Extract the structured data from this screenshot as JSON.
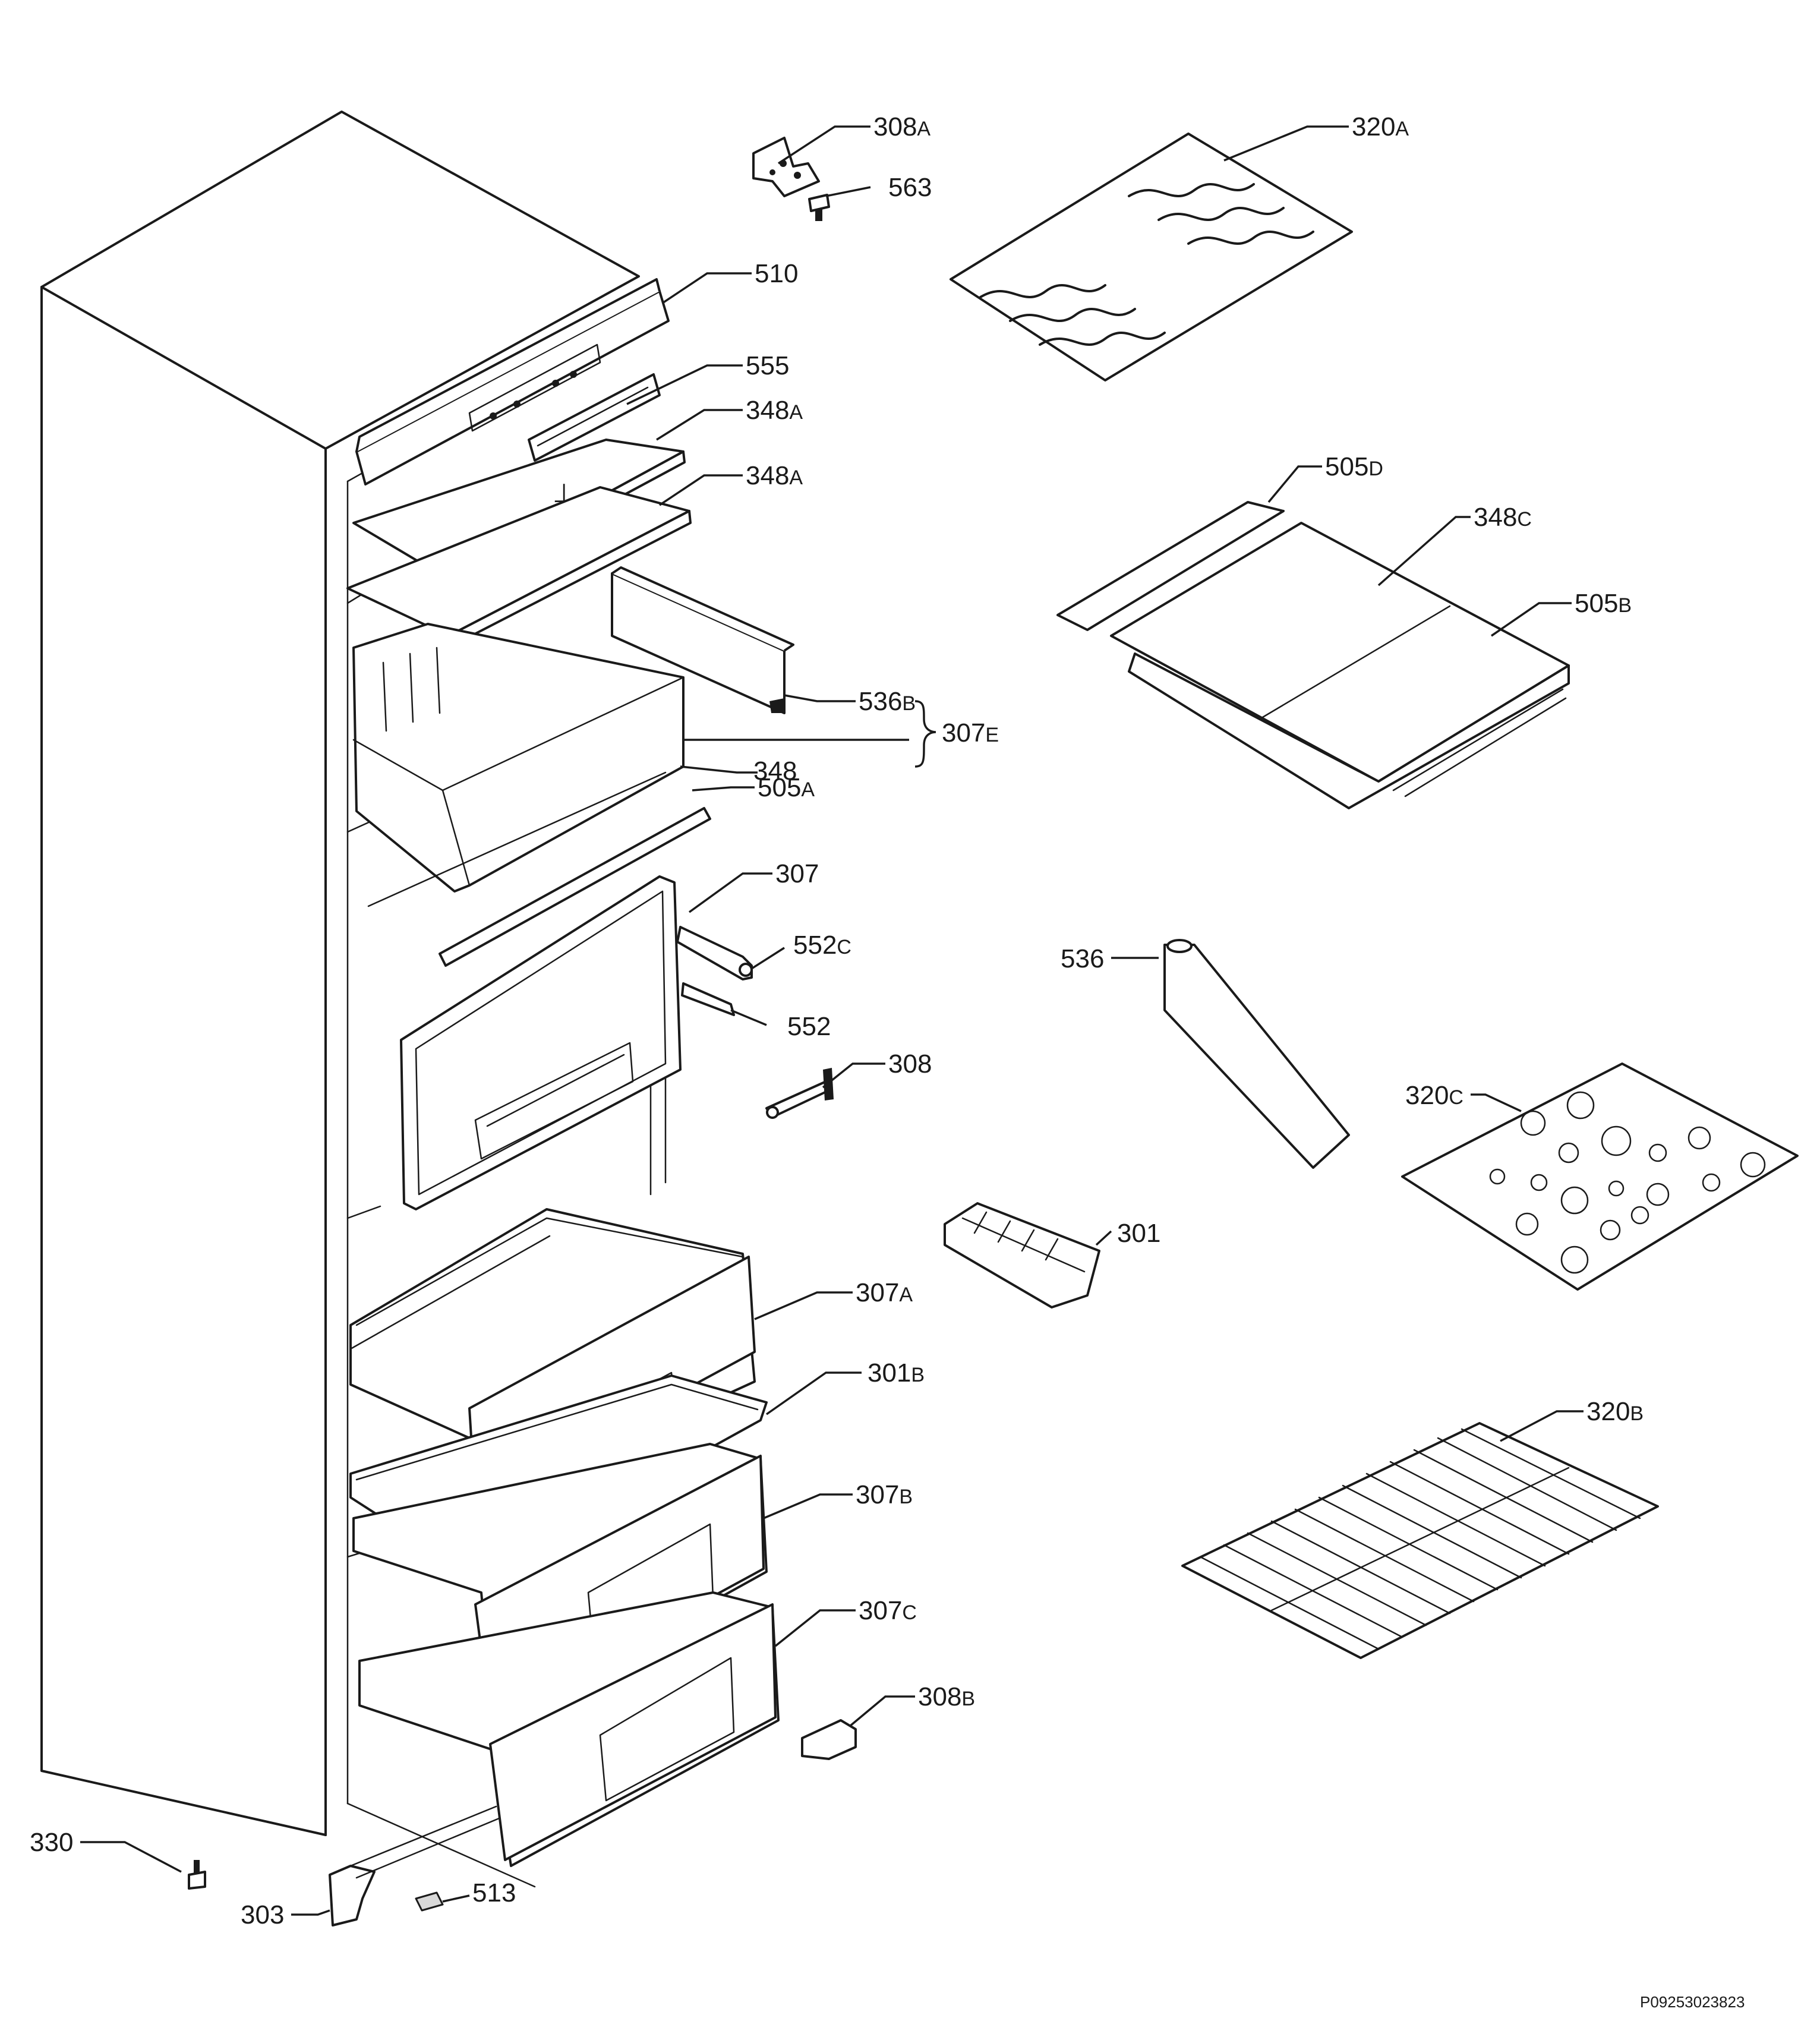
{
  "callouts": [
    {
      "id": "c308a",
      "num": "308",
      "suffix": "A"
    },
    {
      "id": "c563",
      "num": "563",
      "suffix": ""
    },
    {
      "id": "c320a",
      "num": "320",
      "suffix": "A"
    },
    {
      "id": "c510",
      "num": "510",
      "suffix": ""
    },
    {
      "id": "c555",
      "num": "555",
      "suffix": ""
    },
    {
      "id": "c348a1",
      "num": "348",
      "suffix": "A"
    },
    {
      "id": "c348a2",
      "num": "348",
      "suffix": "A"
    },
    {
      "id": "c505d",
      "num": "505",
      "suffix": "D"
    },
    {
      "id": "c348c",
      "num": "348",
      "suffix": "C"
    },
    {
      "id": "c505b",
      "num": "505",
      "suffix": "B"
    },
    {
      "id": "c536b",
      "num": "536",
      "suffix": "B"
    },
    {
      "id": "c307e",
      "num": "307",
      "suffix": "E"
    },
    {
      "id": "c348",
      "num": "348",
      "suffix": ""
    },
    {
      "id": "c505a",
      "num": "505",
      "suffix": "A"
    },
    {
      "id": "c307",
      "num": "307",
      "suffix": ""
    },
    {
      "id": "c552c",
      "num": "552",
      "suffix": "C"
    },
    {
      "id": "c536",
      "num": "536",
      "suffix": ""
    },
    {
      "id": "c552",
      "num": "552",
      "suffix": ""
    },
    {
      "id": "c308",
      "num": "308",
      "suffix": ""
    },
    {
      "id": "c320c",
      "num": "320",
      "suffix": "C"
    },
    {
      "id": "c301",
      "num": "301",
      "suffix": ""
    },
    {
      "id": "c307a",
      "num": "307",
      "suffix": "A"
    },
    {
      "id": "c301b",
      "num": "301",
      "suffix": "B"
    },
    {
      "id": "c320b",
      "num": "320",
      "suffix": "B"
    },
    {
      "id": "c307b",
      "num": "307",
      "suffix": "B"
    },
    {
      "id": "c307c",
      "num": "307",
      "suffix": "C"
    },
    {
      "id": "c308b",
      "num": "308",
      "suffix": "B"
    },
    {
      "id": "c330",
      "num": "330",
      "suffix": ""
    },
    {
      "id": "c513",
      "num": "513",
      "suffix": ""
    },
    {
      "id": "c303",
      "num": "303",
      "suffix": ""
    }
  ],
  "drawing_code": "P09253023823"
}
